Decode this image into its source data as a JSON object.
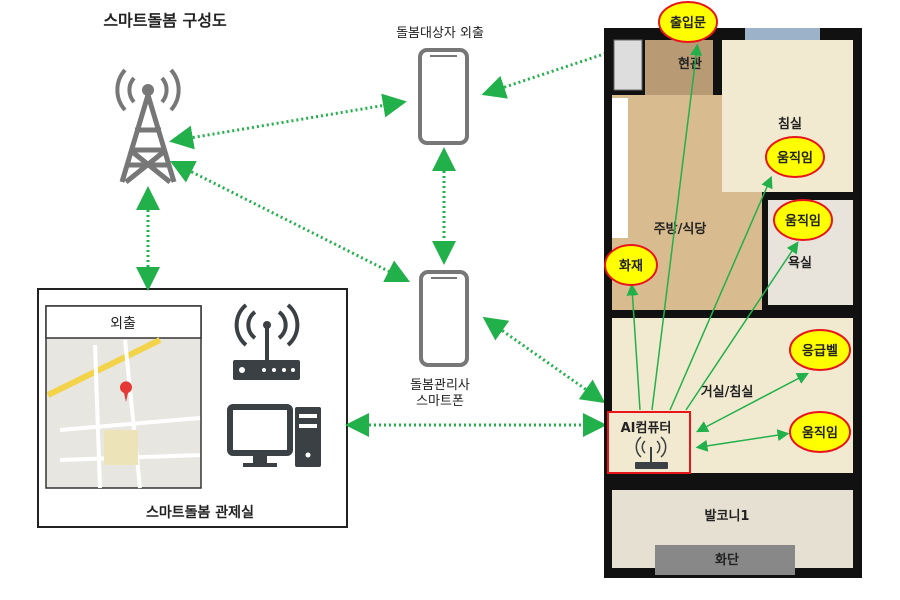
{
  "title": "스마트돌봄 구성도",
  "phone_outing_label": "돌봄대상자 외출",
  "phone_manager_label": [
    "돌봄관리사",
    "스마트폰"
  ],
  "control_room": {
    "label": "스마트돌봄 관제실",
    "map_header": "외출"
  },
  "floorplan": {
    "rooms": {
      "entrance": "현관",
      "bedroom": "침실",
      "kitchen": "주방/식당",
      "bathroom": "욕실",
      "living": "거실/침실",
      "balcony": "발코니1",
      "garden": "화단"
    },
    "sensors": {
      "door": "출입문",
      "motion_bedroom": "움직임",
      "motion_bath": "움직임",
      "fire": "화재",
      "emergency": "응급벨",
      "motion_living": "움직임"
    },
    "ai_computer": "AI컴퓨터"
  },
  "colors": {
    "link": "#22b04b",
    "bubble_fill": "#ffff00",
    "bubble_border": "#e8161b",
    "icon": "#3a4044"
  }
}
